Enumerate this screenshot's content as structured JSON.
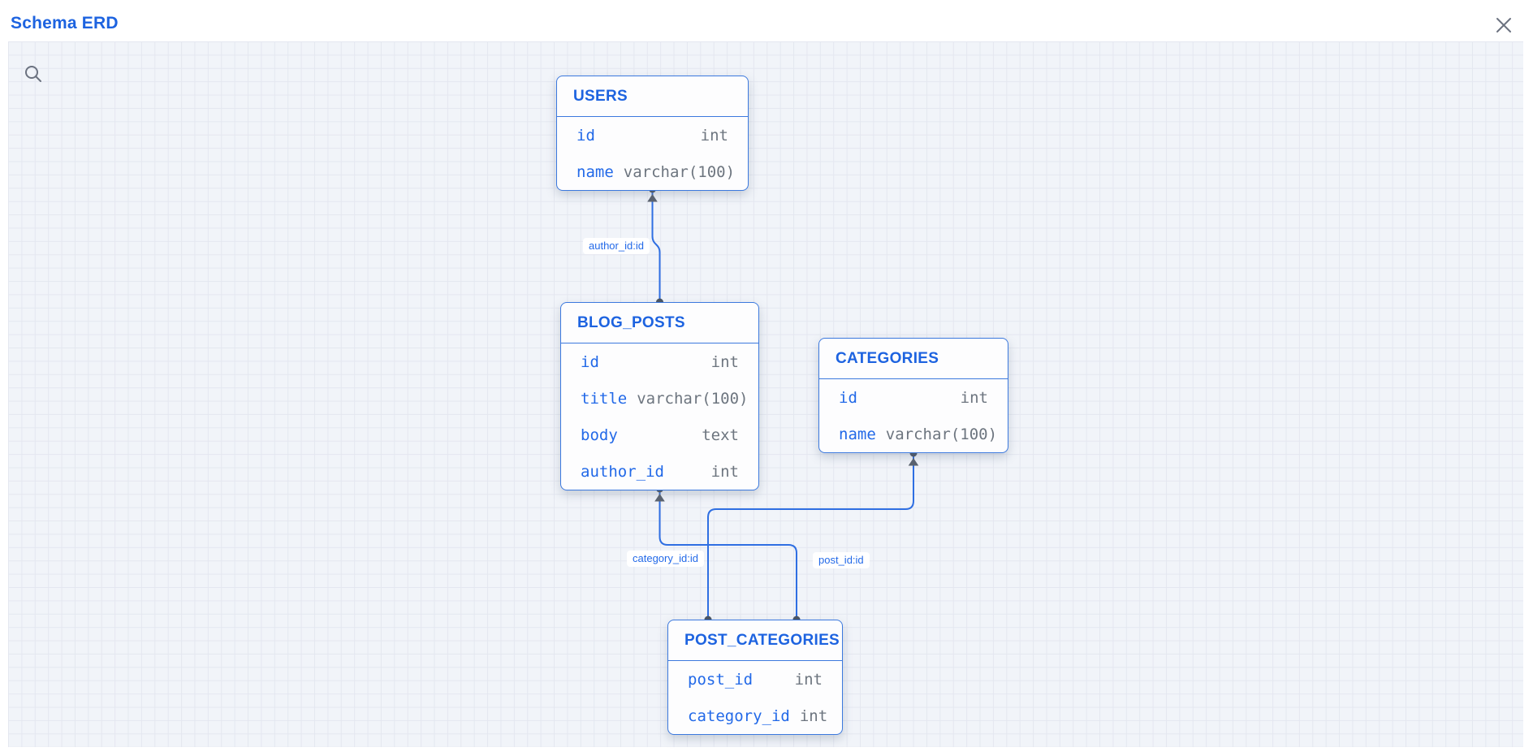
{
  "header": {
    "title": "Schema ERD"
  },
  "icons": {
    "close": "x-close",
    "magnifier": "search-magnifier"
  },
  "colors": {
    "accent_blue": "#1d63e0",
    "field_blue": "#2269e8",
    "type_gray": "#6d757f",
    "table_border": "#3c79de",
    "edge_line": "#2f6fe2",
    "connector_dot": "#4b5563",
    "canvas_bg": "#f1f4f9",
    "grid_line": "#e4e7f0"
  },
  "tables": [
    {
      "name": "USERS",
      "columns": [
        {
          "name": "id",
          "type": "int"
        },
        {
          "name": "name",
          "type": "varchar(100)"
        }
      ]
    },
    {
      "name": "BLOG_POSTS",
      "columns": [
        {
          "name": "id",
          "type": "int"
        },
        {
          "name": "title",
          "type": "varchar(100)"
        },
        {
          "name": "body",
          "type": "text"
        },
        {
          "name": "author_id",
          "type": "int"
        }
      ]
    },
    {
      "name": "CATEGORIES",
      "columns": [
        {
          "name": "id",
          "type": "int"
        },
        {
          "name": "name",
          "type": "varchar(100)"
        }
      ]
    },
    {
      "name": "POST_CATEGORIES",
      "columns": [
        {
          "name": "post_id",
          "type": "int"
        },
        {
          "name": "category_id",
          "type": "int"
        }
      ]
    }
  ],
  "relationships": [
    {
      "label": "author_id:id",
      "from": "BLOG_POSTS",
      "to": "USERS"
    },
    {
      "label": "category_id:id",
      "from": "POST_CATEGORIES",
      "to": "CATEGORIES"
    },
    {
      "label": "post_id:id",
      "from": "POST_CATEGORIES",
      "to": "BLOG_POSTS"
    }
  ]
}
